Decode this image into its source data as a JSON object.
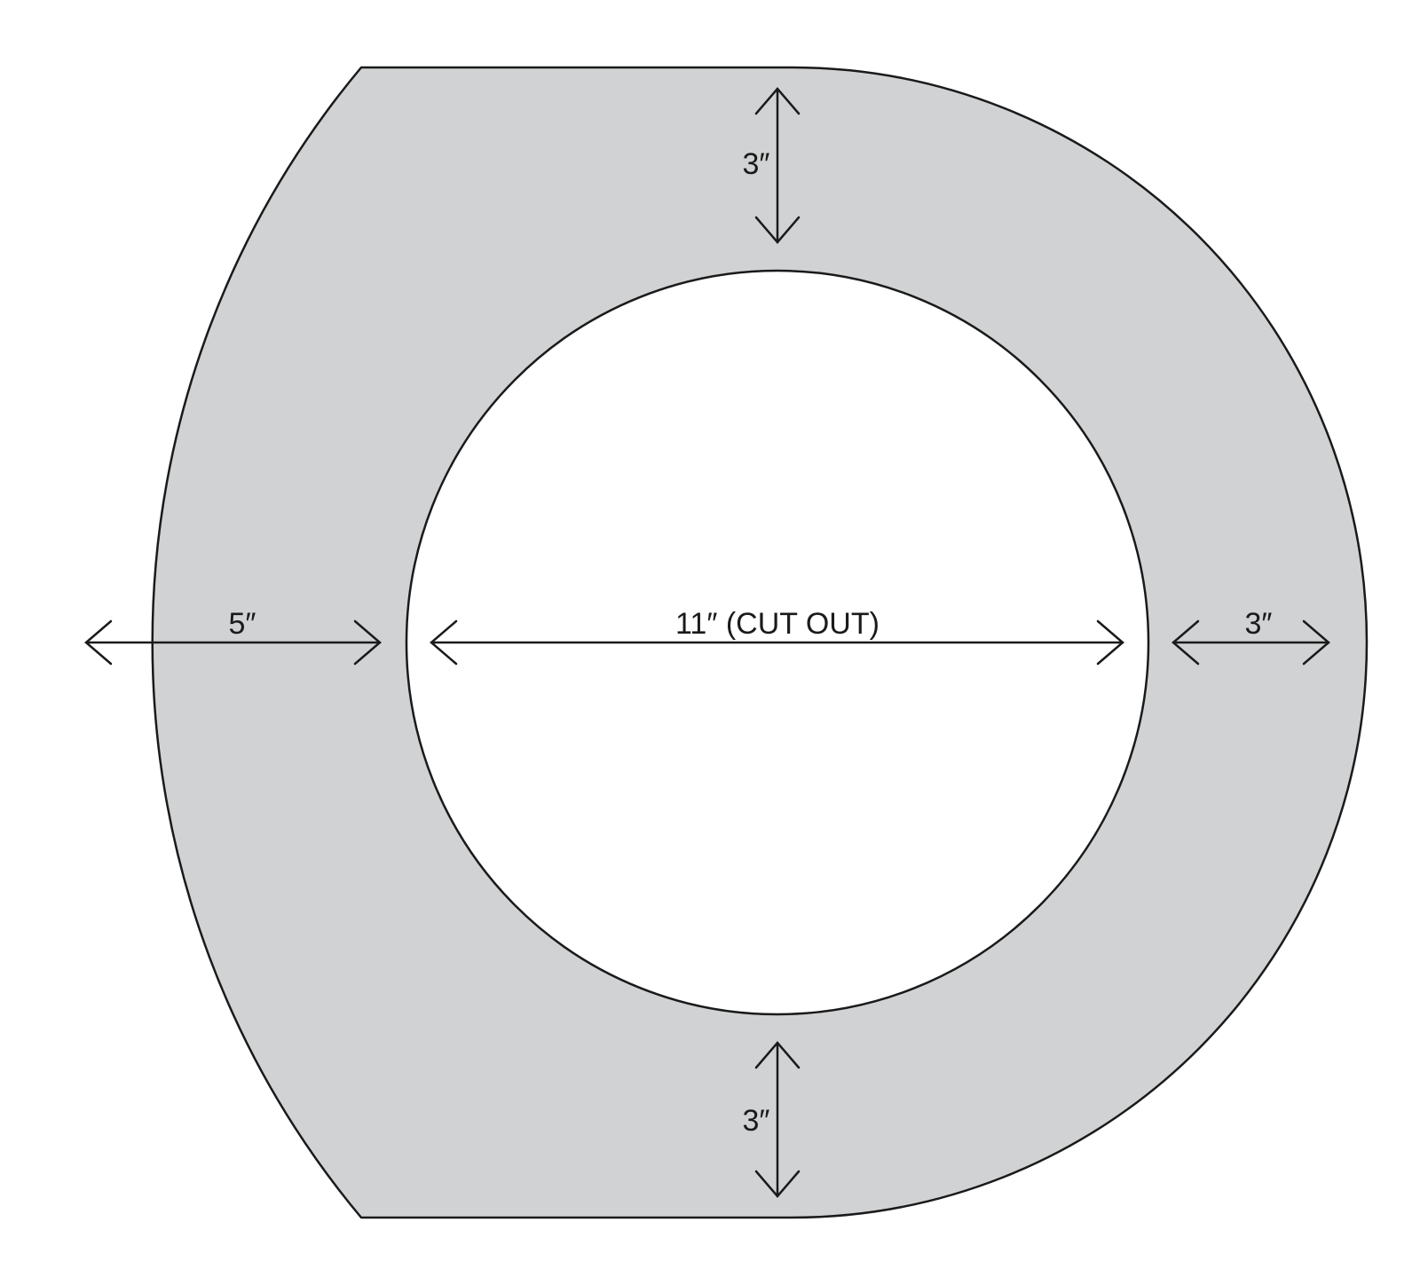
{
  "diagram": {
    "labels": {
      "top_width": "3″",
      "left_width": "5″",
      "cutout_diameter": "11″ (CUT OUT)",
      "right_width": "3″",
      "bottom_width": "3″"
    },
    "colors": {
      "fill": "#d0d2d3",
      "stroke": "#1a1a1a",
      "cutout": "#ffffff"
    }
  }
}
